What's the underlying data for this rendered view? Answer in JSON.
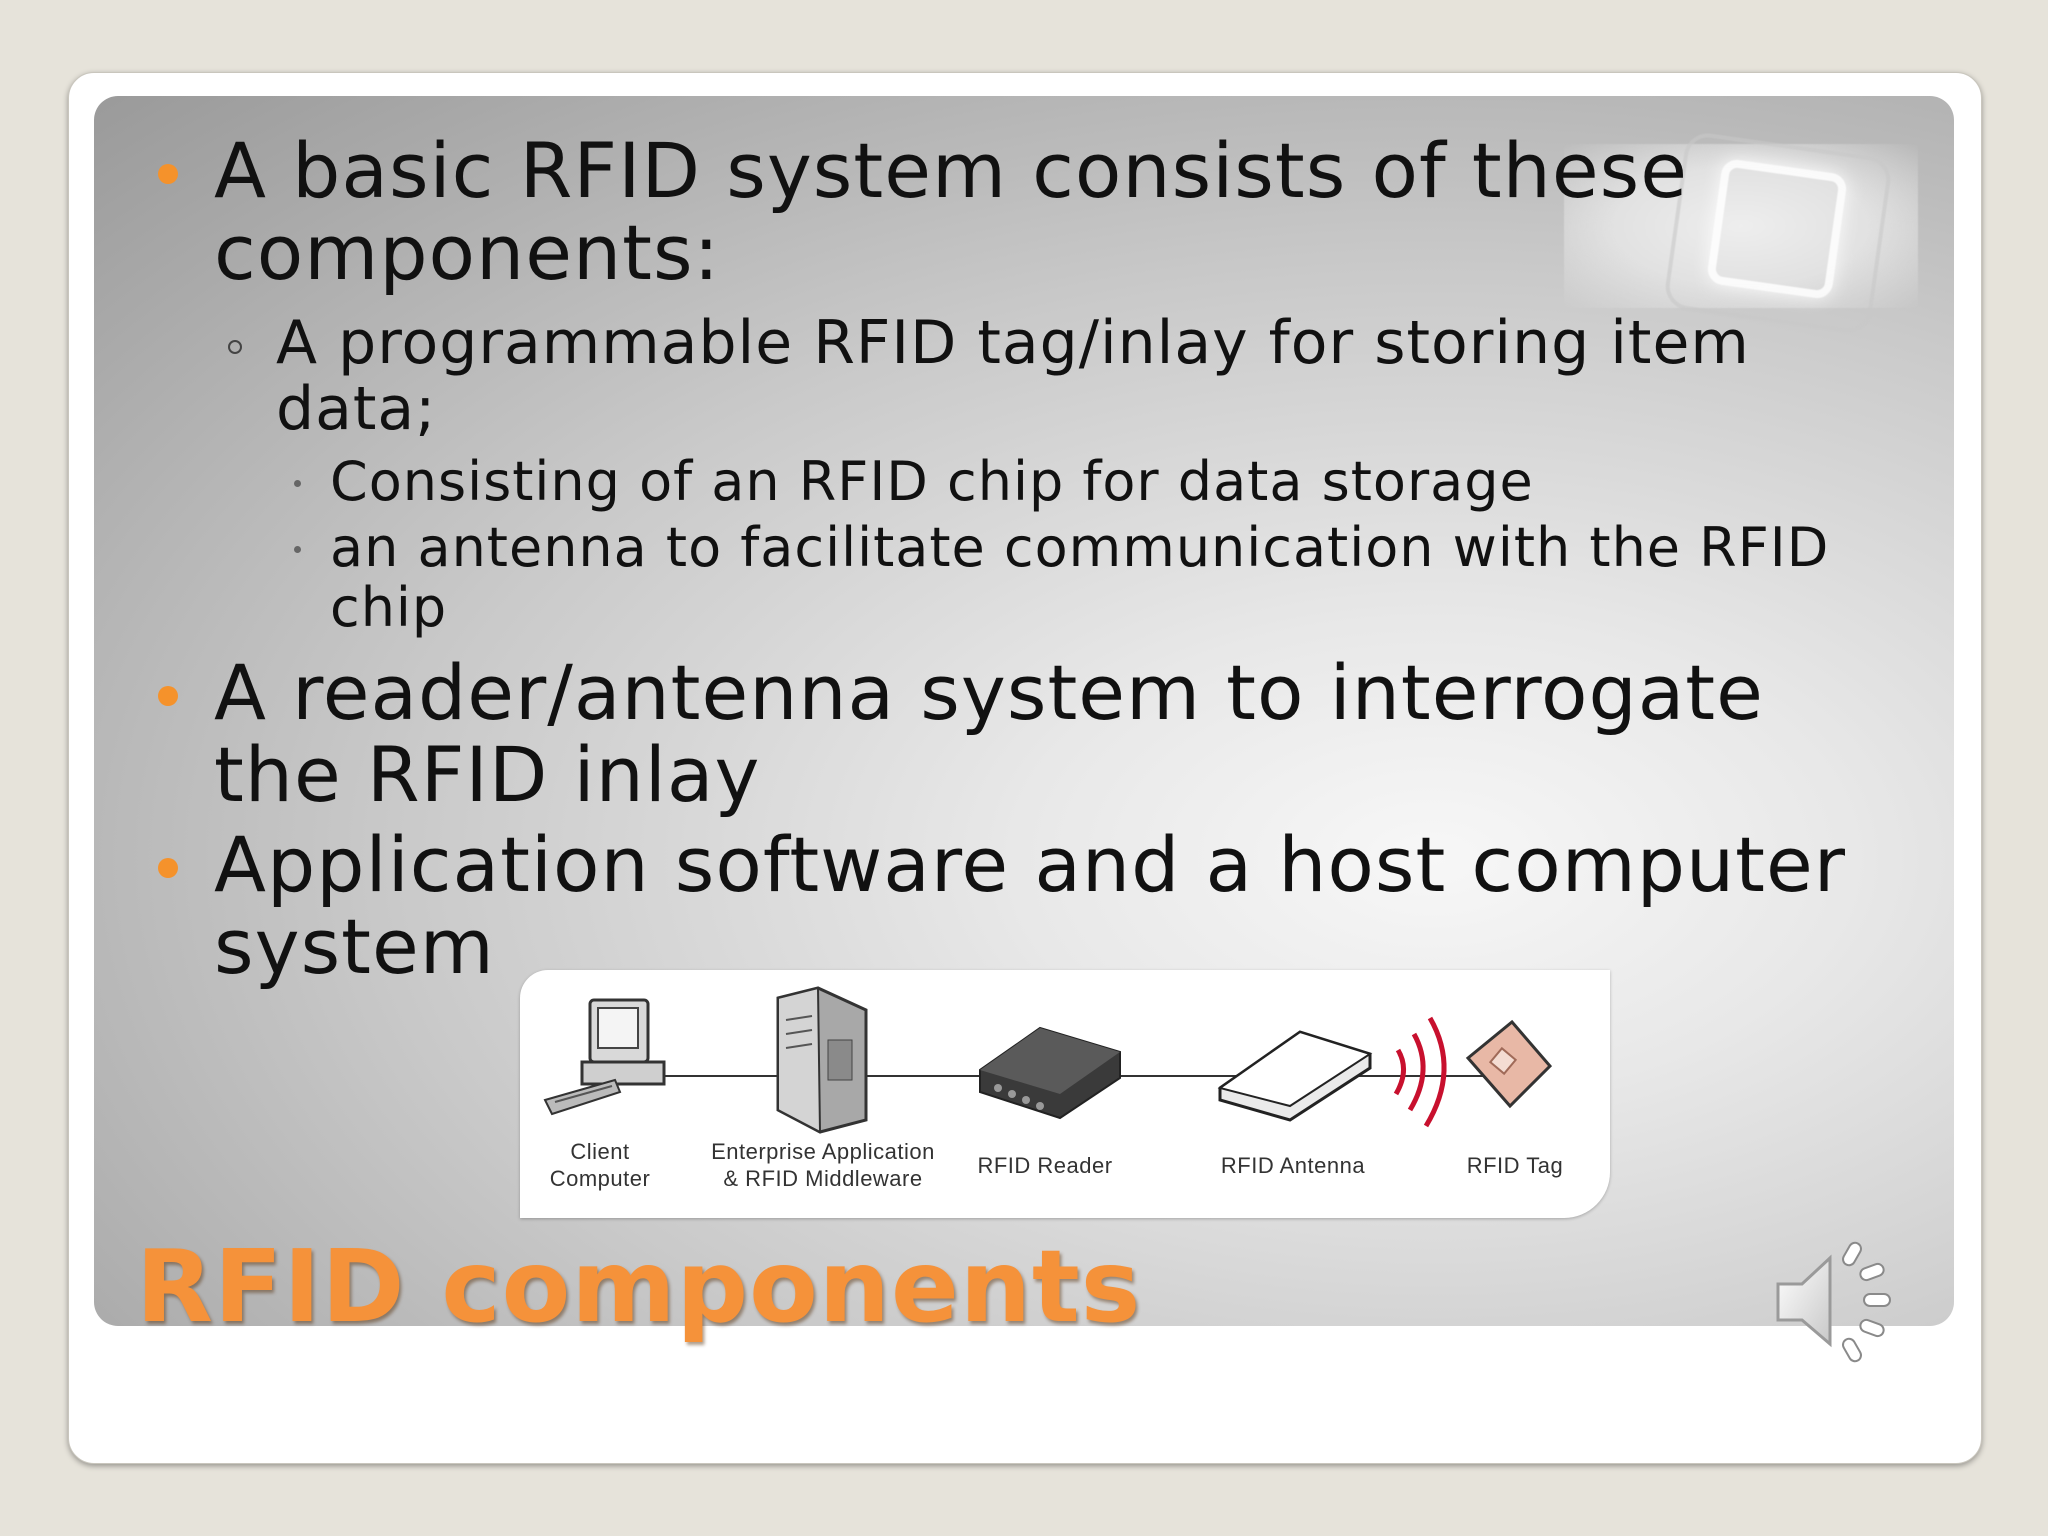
{
  "slide": {
    "title": "RFID components",
    "bullets": {
      "b1": "A basic RFID system consists of these components:",
      "b1_sub1": "A programmable RFID tag/inlay for storing item data;",
      "b1_sub1_a": "Consisting of an RFID chip for data storage",
      "b1_sub1_b": "an antenna to facilitate communication with the RFID chip",
      "b2": "A reader/antenna system to interrogate the RFID inlay",
      "b3": "Application software and a host computer system"
    },
    "diagram": {
      "client": "Client\nComputer",
      "server": "Enterprise Application\n& RFID Middleware",
      "reader": "RFID Reader",
      "antenna": "RFID Antenna",
      "tag": "RFID Tag"
    },
    "accent_color": "#f5922b",
    "audio_icon": "speaker-icon"
  }
}
